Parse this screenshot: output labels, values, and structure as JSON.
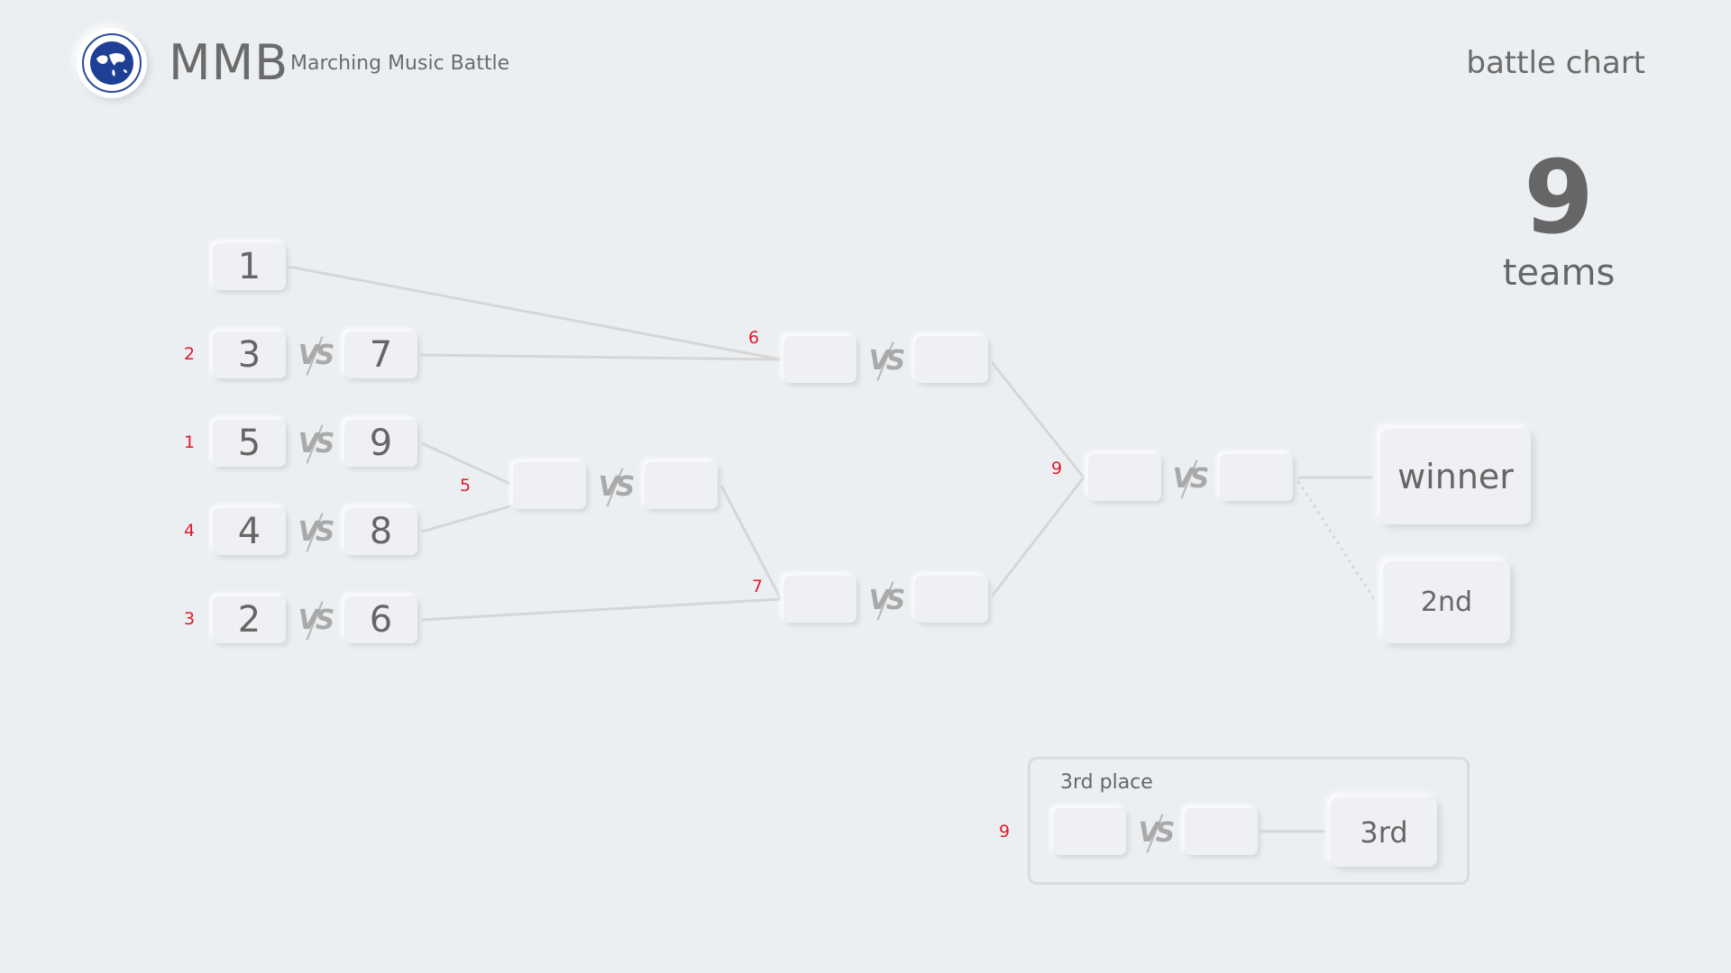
{
  "header": {
    "brand": "MMB",
    "subtitle": "Marching Music Battle",
    "title": "battle chart",
    "logo": "globe-logo"
  },
  "team_count": {
    "number": "9",
    "label": "teams"
  },
  "round1": {
    "bye": {
      "team": "1"
    },
    "matches": [
      {
        "order": "2",
        "a": "3",
        "b": "7"
      },
      {
        "order": "1",
        "a": "5",
        "b": "9"
      },
      {
        "order": "4",
        "a": "4",
        "b": "8"
      },
      {
        "order": "3",
        "a": "2",
        "b": "6"
      }
    ]
  },
  "round2": {
    "order": "5",
    "a": "",
    "b": ""
  },
  "semis": [
    {
      "order": "6",
      "a": "",
      "b": ""
    },
    {
      "order": "7",
      "a": "",
      "b": ""
    }
  ],
  "final": {
    "order": "9",
    "a": "",
    "b": ""
  },
  "results": {
    "winner": "winner",
    "second": "2nd"
  },
  "third_place": {
    "label": "3rd place",
    "order": "9",
    "a": "",
    "b": "",
    "result": "3rd"
  },
  "vs_label": "VS",
  "colors": {
    "background": "#eceff2",
    "order_number": "#e0192d",
    "line": "#d6d6d6",
    "text": "#666666"
  }
}
